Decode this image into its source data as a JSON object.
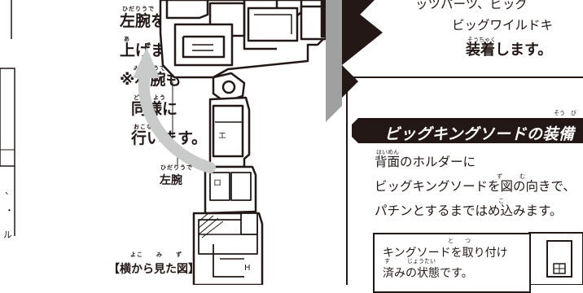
{
  "left_instructions": {
    "line1": "左腕を前に",
    "line2": "上げます。",
    "line3": "※右腕も",
    "line4": "同様に",
    "line5": "行います。",
    "ruby1": "ひだりうで　　まえ",
    "ruby2": "あ",
    "ruby3": "みぎ　うで",
    "ruby4": "どう　よう",
    "ruby5": "おこな"
  },
  "figure": {
    "arm_ruby": "ひだりうで",
    "arm_label": "左腕",
    "caption": "【横から見た図】",
    "caption_ruby": "よこ　　み　　ず"
  },
  "right_top": {
    "line1": "ッツパーツ、ビッグ",
    "line2": "ビッグワイルドキ",
    "line3": "装着します。",
    "ruby3": "そうちゃく"
  },
  "section": {
    "banner_title": "ビッグキングソードの装備",
    "banner_ruby": "そう　び",
    "line1": "背面のホルダーに",
    "line1_ruby": "はいめん",
    "line2": "ビッグキングソードを図の向きで、",
    "line2_ruby": "ず　　　む",
    "line3": "パチンとするまではめ込みます。",
    "line3_ruby": "こ",
    "note_line1": "キングソードを取り付け",
    "note_line1_ruby": "と　　つ",
    "note_line2": "済みの状態です。",
    "note_line2_ruby": "す　　　じょうたい"
  },
  "colors": {
    "ink": "#231815",
    "arrow_gray": "#c9caca",
    "frame_gray": "#9fa0a0",
    "banner_black": "#231815"
  }
}
